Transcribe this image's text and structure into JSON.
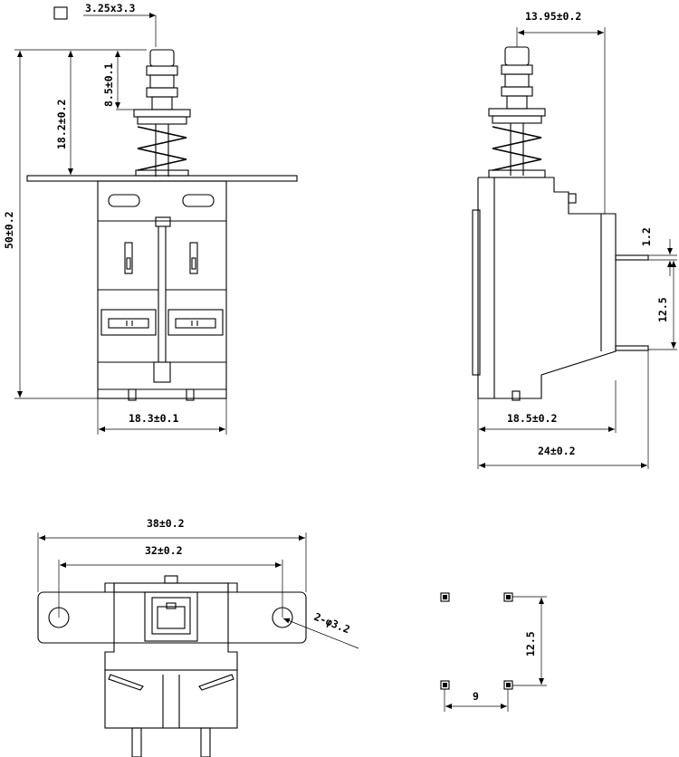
{
  "drawing": {
    "pin_square_size": "3.25x3.3",
    "front_view": {
      "overall_height": "50±0.2",
      "shaft_length": "18.2±0.2",
      "button_height": "8.5±0.1",
      "body_width": "18.3±0.1"
    },
    "side_view": {
      "shaft_offset": "13.95±0.2",
      "pin_offset": "1.2",
      "pin_pitch": "12.5",
      "body_depth": "18.5±0.2",
      "overall_depth": "24±0.2"
    },
    "bottom_view": {
      "flange_width": "38±0.2",
      "hole_pitch": "32±0.2",
      "hole_callout": "2-φ3.2"
    },
    "pcb_layout": {
      "row_pitch": "12.5",
      "column_pitch": "9"
    }
  }
}
